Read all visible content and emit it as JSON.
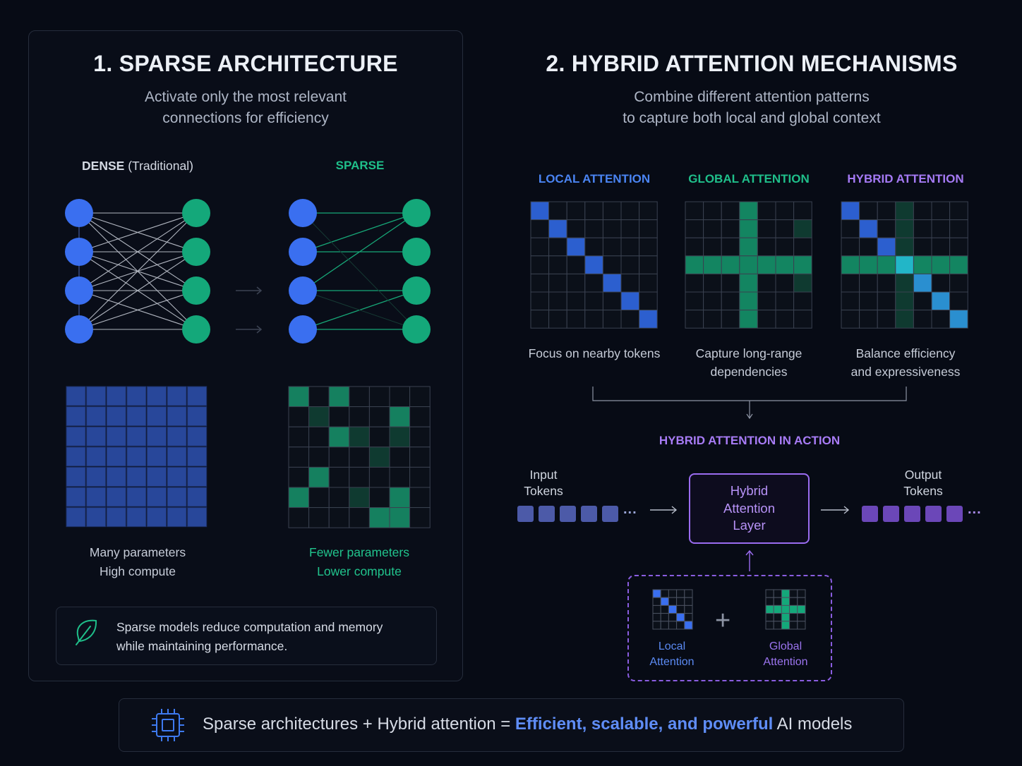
{
  "left": {
    "title": "1. SPARSE ARCHITECTURE",
    "subtitle_line1": "Activate only the most relevant",
    "subtitle_line2": "connections for efficiency",
    "dense_label_bold": "DENSE",
    "dense_label_rest": "(Traditional)",
    "sparse_label": "SPARSE",
    "dense_caption_line1": "Many parameters",
    "dense_caption_line2": "High compute",
    "sparse_caption_line1": "Fewer parameters",
    "sparse_caption_line2": "Lower compute",
    "note_line1": "Sparse models reduce computation and memory",
    "note_line2": "while maintaining performance.",
    "note_icon": "leaf-icon"
  },
  "right": {
    "title": "2. HYBRID ATTENTION MECHANISMS",
    "subtitle_line1": "Combine different attention patterns",
    "subtitle_line2": "to capture both local and global context",
    "local_label": "LOCAL ATTENTION",
    "global_label": "GLOBAL ATTENTION",
    "hybrid_label": "HYBRID ATTENTION",
    "local_caption": "Focus on nearby tokens",
    "global_caption_line1": "Capture long-range",
    "global_caption_line2": "dependencies",
    "hybrid_caption_line1": "Balance efficiency",
    "hybrid_caption_line2": "and expressiveness",
    "in_action_label": "HYBRID ATTENTION IN ACTION",
    "input_line1": "Input",
    "input_line2": "Tokens",
    "output_line1": "Output",
    "output_line2": "Tokens",
    "layer_line1": "Hybrid",
    "layer_line2": "Attention",
    "layer_line3": "Layer",
    "ellipsis": "...",
    "plus": "+",
    "local_mini_line1": "Local",
    "local_mini_line2": "Attention",
    "global_mini_line1": "Global",
    "global_mini_line2": "Attention"
  },
  "bottom": {
    "text_before": "Sparse architectures + Hybrid attention = ",
    "text_highlight": "Efficient, scalable, and powerful",
    "text_after": " AI models",
    "icon": "chip-icon"
  },
  "colors": {
    "blue": "#3a6ff0",
    "green": "#14a87a",
    "purple": "#a57af5",
    "cyan": "#22b6c8"
  }
}
